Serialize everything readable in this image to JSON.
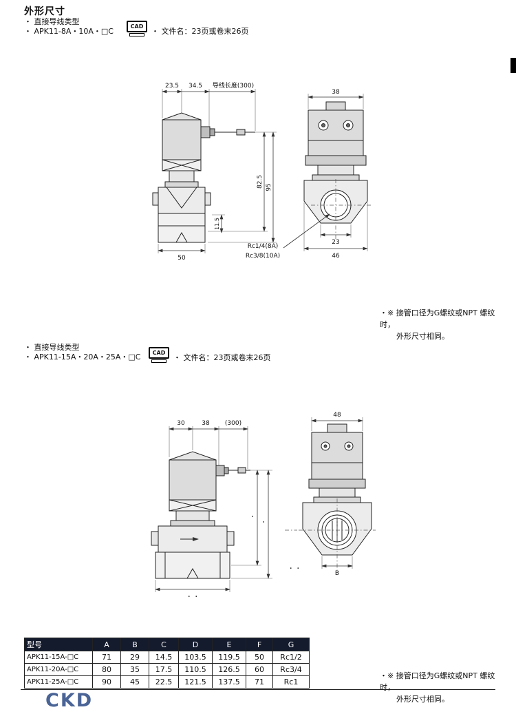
{
  "title": "外形尺寸",
  "section1": {
    "type_line": "・ 直接导线类型",
    "model_line": "・ APK11-8A・10A・□C",
    "cad_label": "CAD",
    "file_note": "・ 文件名：23页或卷末26页"
  },
  "section2": {
    "type_line": "・ 直接导线类型",
    "model_line": "・ APK11-15A・20A・25A・□C",
    "cad_label": "CAD",
    "file_note": "・ 文件名：23页或卷末26页"
  },
  "thread_note": {
    "line1": "・※ 接管口径为G螺纹或NPT 螺纹时，",
    "line2": "外形尺寸相同。"
  },
  "drawing_top": {
    "dims": {
      "w1": "23.5",
      "w2": "34.5",
      "lead": "导线长度(300)",
      "h1": "82.5",
      "h2": "95",
      "h3": "11.5",
      "base": "50",
      "port1": "Rc1/4(8A)",
      "port2": "Rc3/8(10A)",
      "front_top": "38",
      "front_inner": "23",
      "front_base": "46"
    }
  },
  "drawing_bottom": {
    "dims": {
      "w1": "30",
      "w2": "38",
      "lead": "(300)",
      "front_top": "48",
      "front_b": "B",
      "base_label": "・ ・",
      "left_label": "・ ・",
      "side_h1": "・",
      "side_h2": "・"
    }
  },
  "table": {
    "headers": [
      "型号",
      "A",
      "B",
      "C",
      "D",
      "E",
      "F",
      "G"
    ],
    "rows": [
      {
        "model": "APK11-15A-□C",
        "A": "71",
        "B": "29",
        "C": "14.5",
        "D": "103.5",
        "E": "119.5",
        "F": "50",
        "G": "Rc1/2"
      },
      {
        "model": "APK11-20A-□C",
        "A": "80",
        "B": "35",
        "C": "17.5",
        "D": "110.5",
        "E": "126.5",
        "F": "60",
        "G": "Rc3/4"
      },
      {
        "model": "APK11-25A-□C",
        "A": "90",
        "B": "45",
        "C": "22.5",
        "D": "121.5",
        "E": "137.5",
        "F": "71",
        "G": "Rc1"
      }
    ]
  },
  "footer": {
    "logo": "CKD"
  }
}
